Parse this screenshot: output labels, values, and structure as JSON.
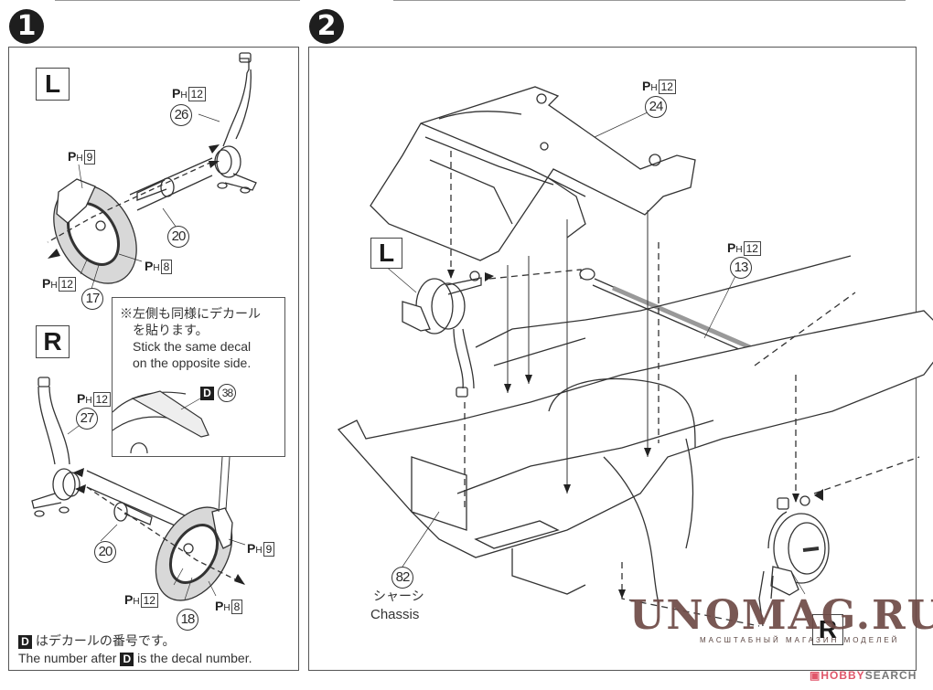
{
  "steps": [
    {
      "number": "1",
      "left_label": "L",
      "right_label": "R",
      "paint_code_prefix": "P",
      "paint_code_sub": "H",
      "left_callouts": [
        {
          "paint": "12",
          "part": "26"
        },
        {
          "paint": "9"
        },
        {
          "part": "20"
        },
        {
          "paint": "8"
        },
        {
          "paint": "12",
          "part": "17"
        }
      ],
      "right_callouts": [
        {
          "paint": "12",
          "part": "27"
        },
        {
          "part": "20"
        },
        {
          "paint": "9"
        },
        {
          "paint": "12",
          "part": "18"
        },
        {
          "paint": "8"
        }
      ],
      "decal_note": {
        "jp_line1": "※左側も同様にデカール",
        "jp_line2": "を貼ります。",
        "en_line1": "Stick the same decal",
        "en_line2": "on the opposite side.",
        "decal_letter": "D",
        "decal_number": "38"
      },
      "footer": {
        "jp": "はデカールの番号です。",
        "en_before": "The number after",
        "en_after": "is the decal number.",
        "decal_letter": "D"
      }
    },
    {
      "number": "2",
      "left_label": "L",
      "right_label": "R",
      "callouts": [
        {
          "paint": "12",
          "part": "24"
        },
        {
          "paint": "12",
          "part": "13"
        },
        {
          "part": "82",
          "label_jp": "シャーシ",
          "label_en": "Chassis"
        }
      ]
    }
  ],
  "watermark": {
    "main": "UNOMAG.RU",
    "sub": "МАСШТАБНЫЙ МАГАЗИН МОДЕЛЕЙ"
  },
  "source_mark": {
    "brand_part1": "HOBBY",
    "brand_part2": "SEARCH",
    "brand_color": "#e0566a",
    "text_color": "#777777"
  }
}
